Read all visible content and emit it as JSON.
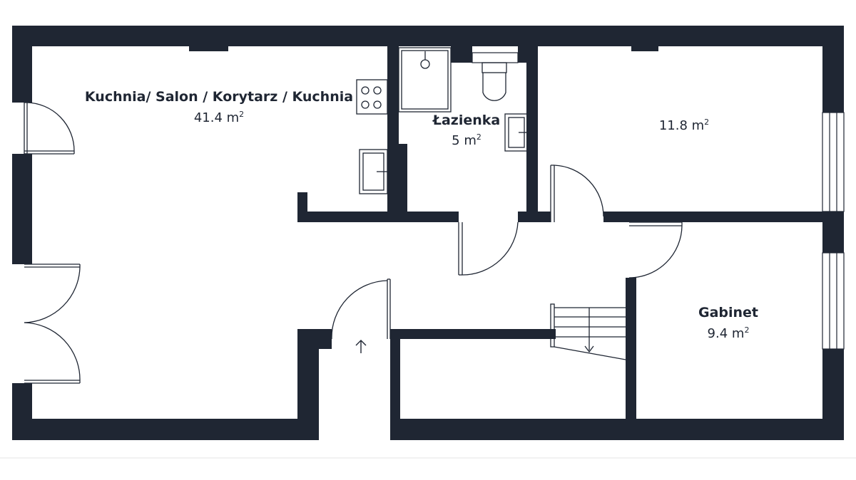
{
  "colors": {
    "wall": "#1f2633",
    "floor": "#ffffff",
    "fixture": "#1f2633"
  },
  "rooms": {
    "living": {
      "name": "Kuchnia/ Salon / Korytarz / Kuchnia",
      "area": "41.4 m",
      "unit_sup": "2"
    },
    "bathroom": {
      "name": "Łazienka",
      "area": "5 m",
      "unit_sup": "2"
    },
    "bedroom": {
      "area": "11.8 m",
      "unit_sup": "2"
    },
    "office": {
      "name": "Gabinet",
      "area": "9.4 m",
      "unit_sup": "2"
    }
  },
  "icons": {
    "entrance": "up-arrow-icon",
    "stairs": "stairs-icon",
    "stove": "stove-icon",
    "sink": "sink-icon",
    "toilet": "toilet-icon",
    "shower": "shower-icon"
  }
}
